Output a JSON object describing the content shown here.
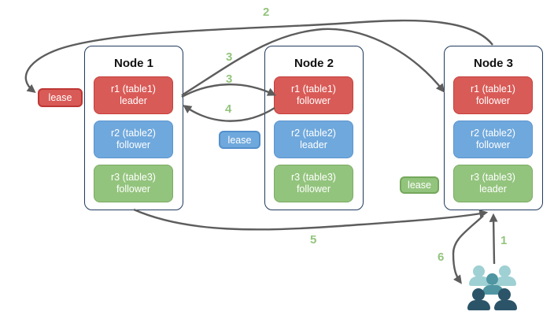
{
  "nodes": [
    {
      "title": "Node 1",
      "replicas": [
        {
          "line1": "r1 (table1)",
          "line2": "leader",
          "color": "red"
        },
        {
          "line1": "r2 (table2)",
          "line2": "follower",
          "color": "blue"
        },
        {
          "line1": "r3 (table3)",
          "line2": "follower",
          "color": "green"
        }
      ]
    },
    {
      "title": "Node 2",
      "replicas": [
        {
          "line1": "r1 (table1)",
          "line2": "follower",
          "color": "red"
        },
        {
          "line1": "r2 (table2)",
          "line2": "leader",
          "color": "blue"
        },
        {
          "line1": "r3 (table3)",
          "line2": "follower",
          "color": "green"
        }
      ]
    },
    {
      "title": "Node 3",
      "replicas": [
        {
          "line1": "r1 (table1)",
          "line2": "follower",
          "color": "red"
        },
        {
          "line1": "r2 (table2)",
          "line2": "follower",
          "color": "blue"
        },
        {
          "line1": "r3 (table3)",
          "line2": "leader",
          "color": "green"
        }
      ]
    }
  ],
  "leases": {
    "red": "lease",
    "blue": "lease",
    "green": "lease"
  },
  "steps": {
    "s1": "1",
    "s2": "2",
    "s3a": "3",
    "s3b": "3",
    "s4": "4",
    "s5": "5",
    "s6": "6"
  },
  "icons": {
    "users_group": "users-icon"
  },
  "colors": {
    "red_fill": "#d95b57",
    "red_border": "#bd3835",
    "blue_fill": "#6fa8dc",
    "blue_border": "#5390cd",
    "green_fill": "#93c47d",
    "green_border": "#74a85b",
    "node_border": "#1f3a5e",
    "arrow": "#5d5d5d",
    "step_label": "#93c47d",
    "people_light": "#9fd0d3",
    "people_mid": "#4f96a2",
    "people_dark": "#2b5468"
  }
}
